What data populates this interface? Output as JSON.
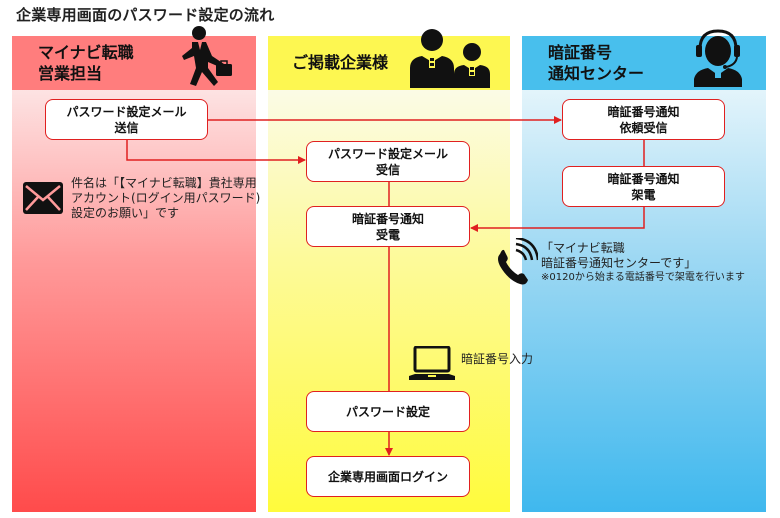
{
  "title": "企業専用画面のパスワード設定の流れ",
  "columns": {
    "sales": {
      "line1": "マイナビ転職",
      "line2": "営業担当",
      "icon": "businessman-walking-icon"
    },
    "client": {
      "line1": "ご掲載企業様",
      "icon": "two-people-icon"
    },
    "center": {
      "line1": "暗証番号",
      "line2": "通知センター",
      "icon": "headset-operator-icon"
    }
  },
  "boxes": {
    "send_mail": {
      "line1": "パスワード設定メール",
      "line2": "送信"
    },
    "receive_mail": {
      "line1": "パスワード設定メール",
      "line2": "受信"
    },
    "receive_call": {
      "line1": "暗証番号通知",
      "line2": "受電"
    },
    "request_received": {
      "line1": "暗証番号通知",
      "line2": "依頼受信"
    },
    "make_call": {
      "line1": "暗証番号通知",
      "line2": "架電"
    },
    "set_password": {
      "line1": "パスワード設定"
    },
    "login": {
      "line1": "企業専用画面ログイン"
    }
  },
  "notes": {
    "mail_subject": {
      "line1": "件名は「【マイナビ転職】貴社専用",
      "line2": "アカウント(ログイン用パスワード)",
      "line3": "設定のお願い」です",
      "icon": "envelope-icon"
    },
    "phone_call": {
      "line1": "「マイナビ転職",
      "line2": "暗証番号通知センターです」",
      "line3": "※0120から始まる電話番号で架電を行います",
      "icon": "phone-icon"
    },
    "pin_input": {
      "text": "暗証番号入力",
      "icon": "laptop-icon"
    }
  },
  "colors": {
    "arrow": "#e02020",
    "sales": "#ff7d7d",
    "client": "#fdf751",
    "center": "#48bfed"
  }
}
